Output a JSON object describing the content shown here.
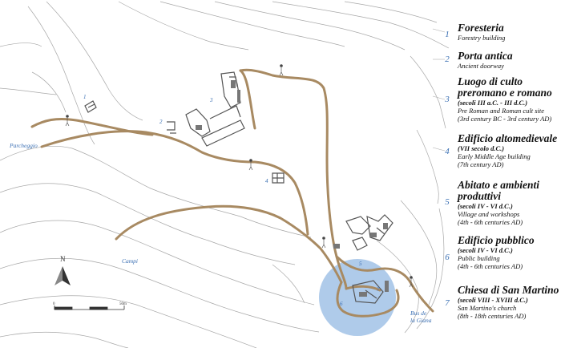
{
  "places": {
    "parking": "Parcheggio",
    "fields": "Campi",
    "bus_stop_line1": "Bus de",
    "bus_stop_line2": "la Giana"
  },
  "site_numbers": [
    "1",
    "2",
    "3",
    "4",
    "5",
    "6",
    "7"
  ],
  "north": "N",
  "scale": {
    "start": "0",
    "end": "50m"
  },
  "legend": [
    {
      "num": "1",
      "title": "Foresteria",
      "lines": [
        {
          "text": "Forestry building",
          "bold": false
        }
      ]
    },
    {
      "num": "2",
      "title": "Porta antica",
      "lines": [
        {
          "text": "Ancient doorway",
          "bold": false
        }
      ]
    },
    {
      "num": "3",
      "title": "Luogo di culto preromano e romano",
      "lines": [
        {
          "text": "(secoli III a.C. - III d.C.)",
          "bold": true
        },
        {
          "text": "Pre Roman and Roman cult site",
          "bold": false
        },
        {
          "text": "(3rd century BC - 3rd century AD)",
          "bold": false
        }
      ]
    },
    {
      "num": "4",
      "title": "Edificio altomedievale",
      "lines": [
        {
          "text": "(VII secolo d.C.)",
          "bold": true
        },
        {
          "text": "Early Middle Age building",
          "bold": false
        },
        {
          "text": "(7th century AD)",
          "bold": false
        }
      ]
    },
    {
      "num": "5",
      "title": "Abitato e ambienti produttivi",
      "lines": [
        {
          "text": "(secoli IV - VI d.C.)",
          "bold": true
        },
        {
          "text": "Village and workshops",
          "bold": false
        },
        {
          "text": "(4th - 6th centuries AD)",
          "bold": false
        }
      ]
    },
    {
      "num": "6",
      "title": "Edificio pubblico",
      "lines": [
        {
          "text": "(secoli IV - VI d.C.)",
          "bold": true
        },
        {
          "text": "Public building",
          "bold": false
        },
        {
          "text": "(4th - 6th centuries AD)",
          "bold": false
        }
      ]
    },
    {
      "num": "7",
      "title": "Chiesa di San Martino",
      "lines": [
        {
          "text": "(secoli VIII - XVIII d.C.)",
          "bold": true
        },
        {
          "text": "San Martino's church",
          "bold": false
        },
        {
          "text": "(8th - 18th centuries AD)",
          "bold": false
        }
      ]
    }
  ],
  "colors": {
    "path": "#a88a62",
    "contour": "#9c9c9c",
    "highlight": "#7aa8dc",
    "number_blue": "#3a6fb3",
    "ruins": "#666666"
  }
}
